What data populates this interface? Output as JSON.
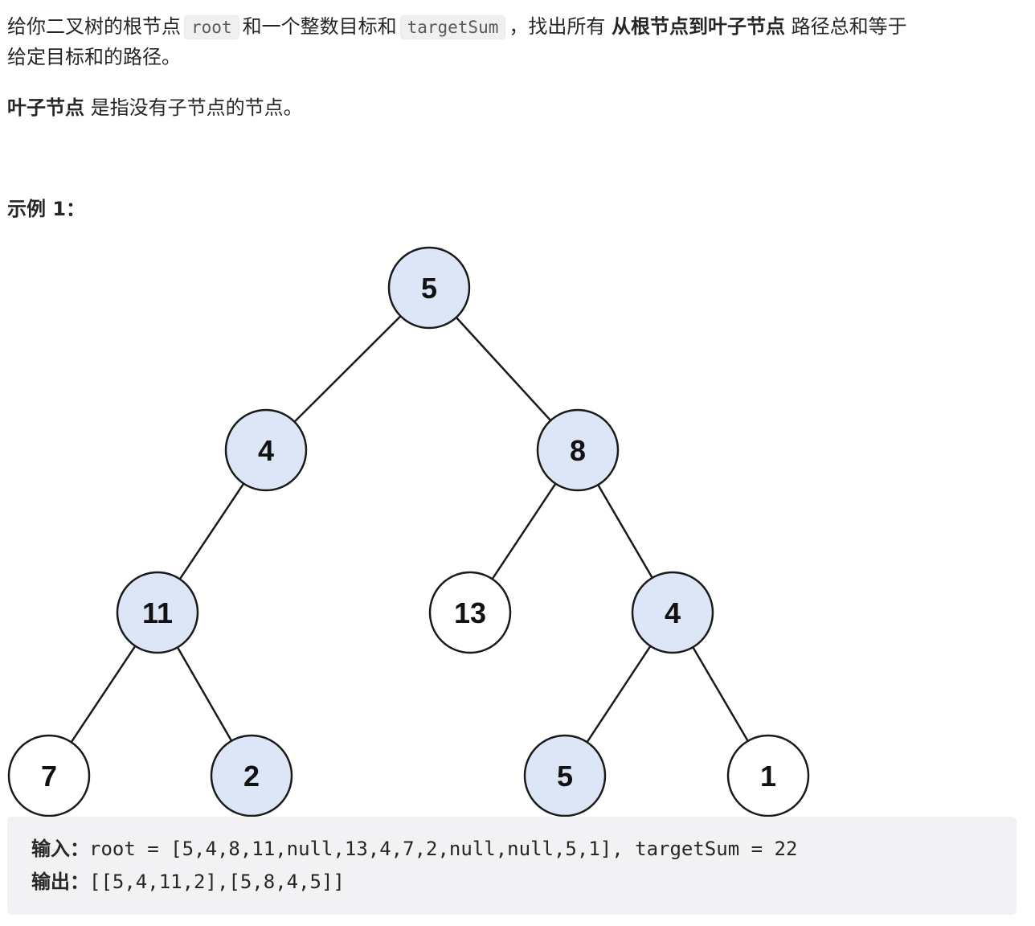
{
  "paragraph1": {
    "text_a": "给你二叉树的根节点",
    "code_root": "root",
    "text_b": "和一个整数目标和",
    "code_target": "targetSum",
    "text_c": "，找出所有",
    "bold_text": "从根节点到叶子节点",
    "text_d": "路径总和等于",
    "text_e": "给定目标和的路径。"
  },
  "paragraph2": {
    "bold_text": "叶子节点",
    "text": "是指没有子节点的节点。"
  },
  "example_heading": "示例 1：",
  "tree": {
    "nodes": [
      {
        "id": "n5",
        "value": "5",
        "highlight": true
      },
      {
        "id": "n4",
        "value": "4",
        "highlight": true
      },
      {
        "id": "n8",
        "value": "8",
        "highlight": true
      },
      {
        "id": "n11",
        "value": "11",
        "highlight": true
      },
      {
        "id": "n13",
        "value": "13",
        "highlight": false
      },
      {
        "id": "n4b",
        "value": "4",
        "highlight": true
      },
      {
        "id": "n7",
        "value": "7",
        "highlight": false
      },
      {
        "id": "n2",
        "value": "2",
        "highlight": true
      },
      {
        "id": "n5b",
        "value": "5",
        "highlight": true
      },
      {
        "id": "n1",
        "value": "1",
        "highlight": false
      }
    ],
    "highlight_color": "#dce6f7"
  },
  "code_block": {
    "input_label": "输入：",
    "input_value": "root = [5,4,8,11,null,13,4,7,2,null,null,5,1], targetSum = 22",
    "output_label": "输出：",
    "output_value": "[[5,4,11,2],[5,8,4,5]]"
  }
}
